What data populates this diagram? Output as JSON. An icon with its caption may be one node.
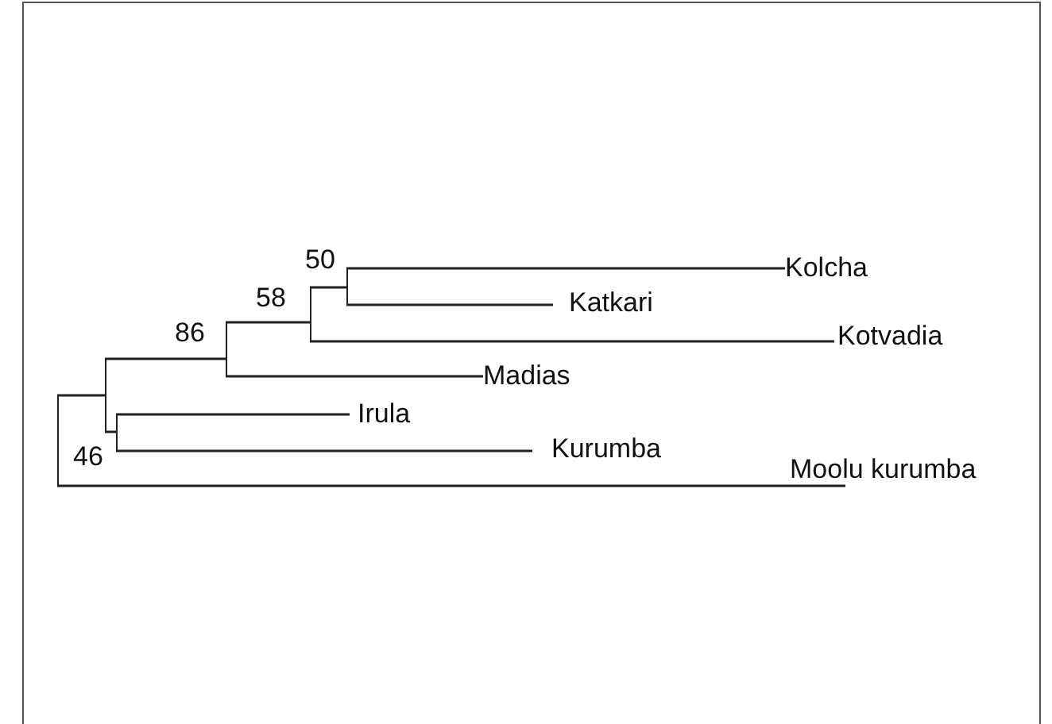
{
  "diagram": {
    "nodes": [
      {
        "text": [],
        "shape": "bar"
      },
      {
        "text": [],
        "shape": "bar"
      },
      {
        "text": [],
        "shape": "bar",
        "beside": [
          "86"
        ]
      },
      {
        "text": [],
        "shape": "bar",
        "beside": [
          "58"
        ]
      },
      {
        "text": [],
        "shape": "bar",
        "beside": [
          "50"
        ]
      },
      {
        "text": [
          "Kolcha"
        ]
      },
      {
        "text": [
          "Katkari"
        ]
      },
      {
        "text": [
          "Kotvadia"
        ]
      },
      {
        "text": [
          "Madias"
        ]
      },
      {
        "text": [],
        "shape": "bar",
        "beside": [
          "46"
        ]
      },
      {
        "text": [
          "Irula"
        ]
      },
      {
        "text": [
          "Kurumba"
        ]
      },
      {
        "text": [
          "Moolu kurumba"
        ]
      }
    ],
    "edges": [
      {
        "from": 0,
        "to": 1,
        "arrow": "none"
      },
      {
        "from": 0,
        "to": 12,
        "arrow": "none"
      },
      {
        "from": 1,
        "to": 2,
        "arrow": "none"
      },
      {
        "from": 1,
        "to": 9,
        "arrow": "none"
      },
      {
        "from": 2,
        "to": 3,
        "arrow": "none"
      },
      {
        "from": 2,
        "to": 8,
        "arrow": "none"
      },
      {
        "from": 3,
        "to": 4,
        "arrow": "none"
      },
      {
        "from": 3,
        "to": 7,
        "arrow": "none"
      },
      {
        "from": 4,
        "to": 5,
        "arrow": "none"
      },
      {
        "from": 4,
        "to": 6,
        "arrow": "none"
      },
      {
        "from": 9,
        "to": 10,
        "arrow": "none"
      },
      {
        "from": 9,
        "to": 11,
        "arrow": "none"
      }
    ]
  }
}
